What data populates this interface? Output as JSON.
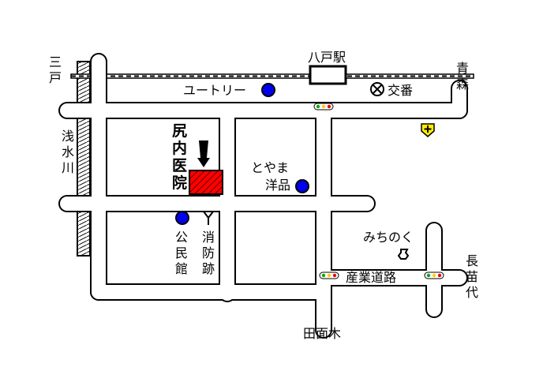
{
  "station": {
    "label": "八戸駅"
  },
  "directions": {
    "upper_left": [
      "三",
      "戸"
    ],
    "upper_right": [
      "青",
      "森"
    ],
    "right": [
      "長",
      "苗",
      "代"
    ],
    "bottom": "田面木"
  },
  "river": {
    "label": [
      "浅",
      "水",
      "川"
    ]
  },
  "landmarks": {
    "clinic": [
      "尻",
      "内",
      "医",
      "院"
    ],
    "utori": "ユートリー",
    "koban": "交番",
    "toyama_line1": "とやま",
    "toyama_line2": "洋品",
    "kouminkan": [
      "公",
      "民",
      "館"
    ],
    "shoubou": [
      "消",
      "防",
      "跡"
    ],
    "michinoku": "みちのく",
    "sangyo_road": "産業道路"
  },
  "colors": {
    "road_outline": "#000000",
    "road_fill": "#ffffff",
    "clinic_hatch": "#ff0000",
    "marker_blue": "#0000ee",
    "hospital_yellow": "#ffee00"
  }
}
